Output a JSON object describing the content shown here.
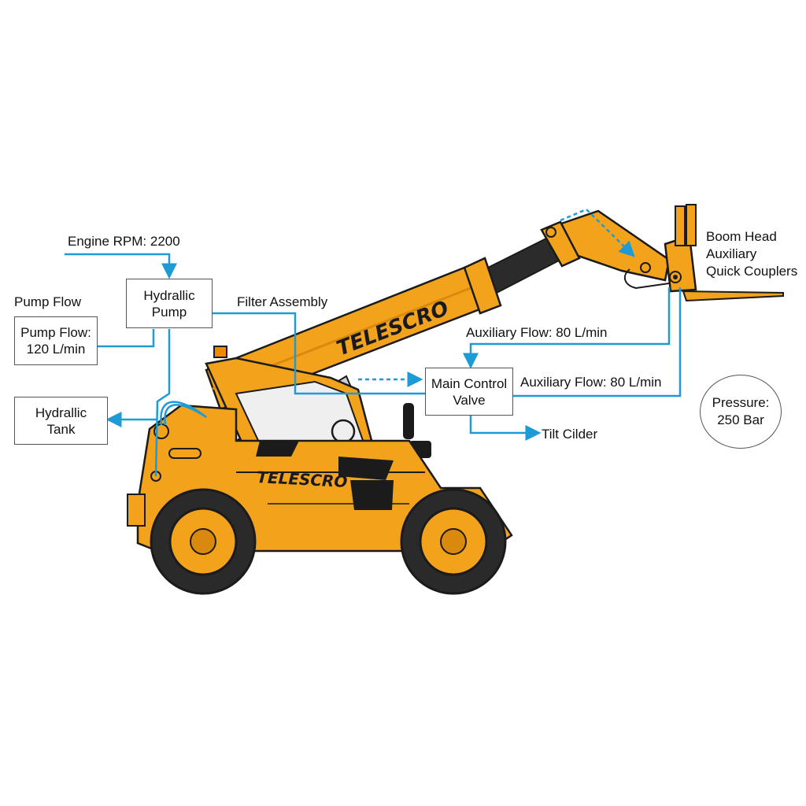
{
  "colors": {
    "machine_body": "#f2a31b",
    "machine_shadow": "#d98a0e",
    "outline": "#1b1b1b",
    "tire": "#2a2a2a",
    "hydraulic_line": "#1e9ad6",
    "boom_inner": "#2b2b2b"
  },
  "machine": {
    "boom_brand": "TELESCRO",
    "body_brand": "TELESCRO"
  },
  "labels": {
    "engine_rpm": "Engine RPM: 2200",
    "pump_flow_title": "Pump Flow",
    "pump_flow_value": [
      "Pump Flow:",
      "120 L/min"
    ],
    "hydraulic_pump": [
      "Hydrallic",
      "Pump"
    ],
    "filter_assembly": "Filter Assembly",
    "hydraulic_tank": [
      "Hydrallic",
      "Tank"
    ],
    "auxiliary_flow_top": "Auxiliary Flow: 80 L/min",
    "main_control_valve": [
      "Main Control",
      "Valve"
    ],
    "auxiliary_flow_right": "Auxiliary Flow: 80 L/min",
    "tilt_cylinder": "Tilt Cilder",
    "boom_head": [
      "Boom Head",
      "Auxiliary",
      "Quick Couplers"
    ],
    "pressure": [
      "Pressure:",
      "250 Bar"
    ]
  }
}
